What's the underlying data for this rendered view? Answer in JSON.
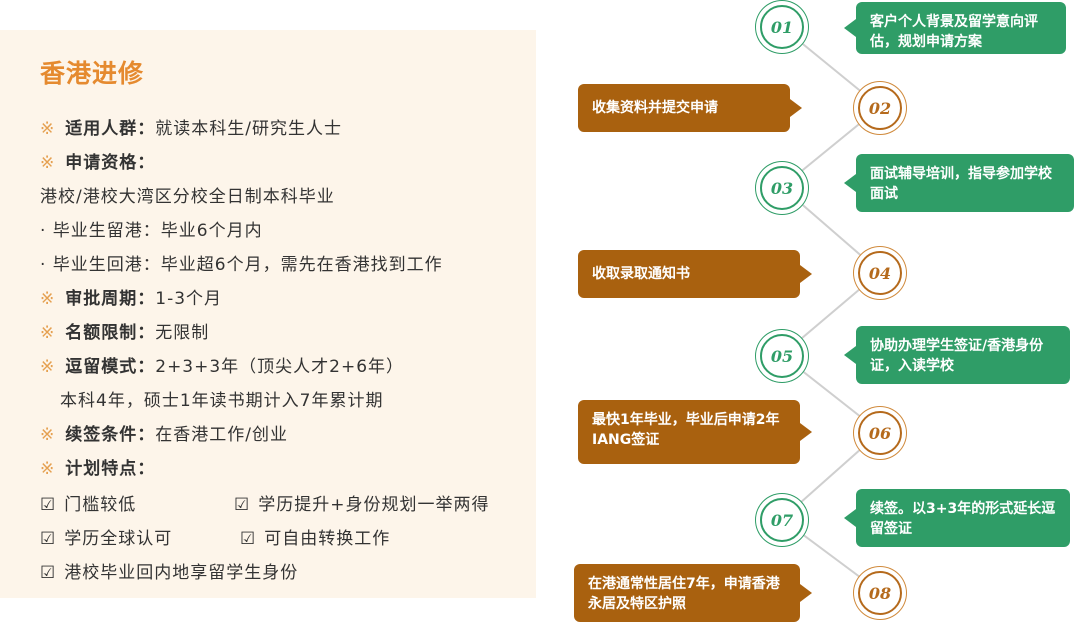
{
  "panel": {
    "title": "香港进修",
    "marker": "※",
    "check": "☑",
    "audience": {
      "label": "适用人群：",
      "value": "就读本科生/研究生人士"
    },
    "eligibility": {
      "label": "申请资格："
    },
    "eligibility_lines": [
      "港校/港校大湾区分校全日制本科毕业",
      "· 毕业生留港：毕业6个月内",
      "· 毕业生回港：毕业超6个月，需先在香港找到工作"
    ],
    "review": {
      "label": "审批周期：",
      "value": "1-3个月"
    },
    "quota": {
      "label": "名额限制：",
      "value": "无限制"
    },
    "stay": {
      "label": "逗留模式：",
      "value": "2+3+3年（顶尖人才2+6年）"
    },
    "stay_note": "本科4年，硕士1年读书期计入7年累计期",
    "renewal": {
      "label": "续签条件：",
      "value": "在香港工作/创业"
    },
    "features_label": "计划特点：",
    "features": [
      "门槛较低",
      "学历提升+身份规划一举两得",
      "学历全球认可",
      "可自由转换工作",
      "港校毕业回内地享留学生身份"
    ]
  },
  "steps": [
    {
      "num": "01",
      "text": "客户个人背景及留学意向评估，规划申请方案"
    },
    {
      "num": "02",
      "text": "收集资料并提交申请"
    },
    {
      "num": "03",
      "text": "面试辅导培训，指导参加学校面试"
    },
    {
      "num": "04",
      "text": "收取录取通知书"
    },
    {
      "num": "05",
      "text": "协助办理学生签证/香港身份证，入读学校"
    },
    {
      "num": "06",
      "text": "最快1年毕业，毕业后申请2年IANG签证"
    },
    {
      "num": "07",
      "text": "续签。以3+3年的形式延长逗留签证"
    },
    {
      "num": "08",
      "text": "在港通常性居住7年，申请香港永居及特区护照"
    }
  ],
  "colors": {
    "green": "#2f9d67",
    "brown": "#a9610f",
    "accent": "#e58a2f",
    "panel_bg": "#fdf5ea"
  }
}
